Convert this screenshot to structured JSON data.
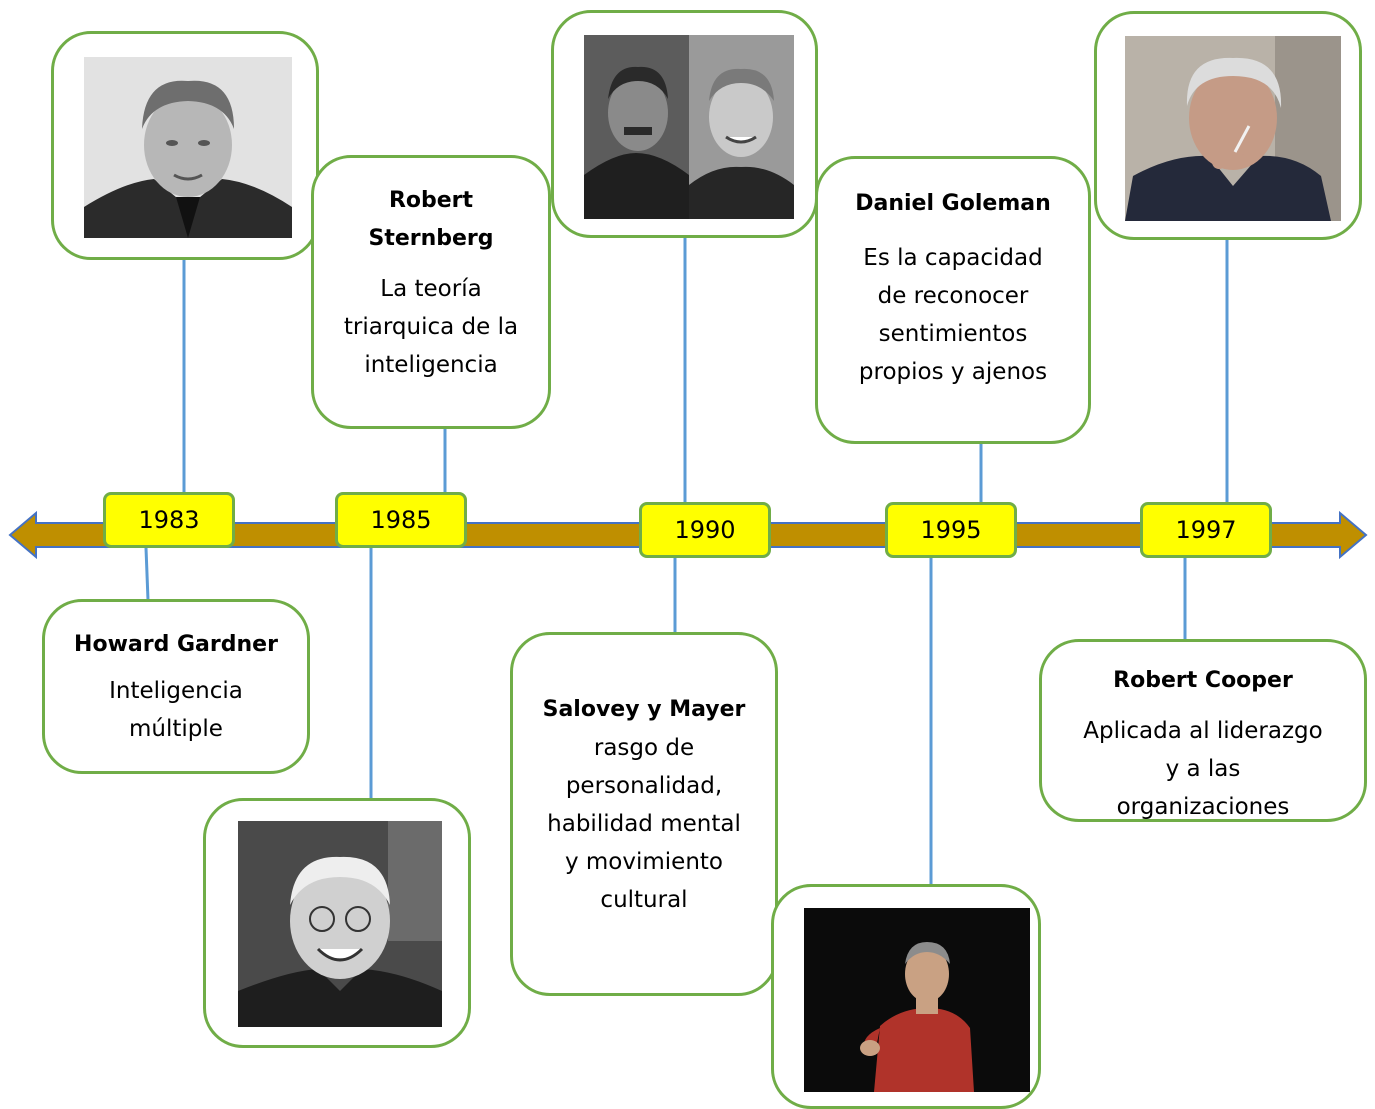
{
  "colors": {
    "timeline": "#bf8f00",
    "timeline_edge": "#4472c4",
    "connector": "#5b9bd5",
    "box_border": "#70ad47",
    "year_fill": "#ffff00"
  },
  "years": [
    "1983",
    "1985",
    "1990",
    "1995",
    "1997"
  ],
  "events": {
    "gardner": {
      "name": "Howard Gardner",
      "desc": "Inteligencia múltiple"
    },
    "sternberg": {
      "name": "Robert Sternberg",
      "desc": "La teoría triarquica de la inteligencia"
    },
    "salovey": {
      "name": "Salovey y Mayer",
      "desc": "rasgo de personalidad, habilidad mental y movimiento cultural"
    },
    "goleman": {
      "name": "Daniel Goleman",
      "desc": "Es la capacidad de reconocer sentimientos propios y ajenos"
    },
    "cooper": {
      "name": "Robert Cooper",
      "desc": "Aplicada al liderazgo y a las organizaciones"
    }
  }
}
